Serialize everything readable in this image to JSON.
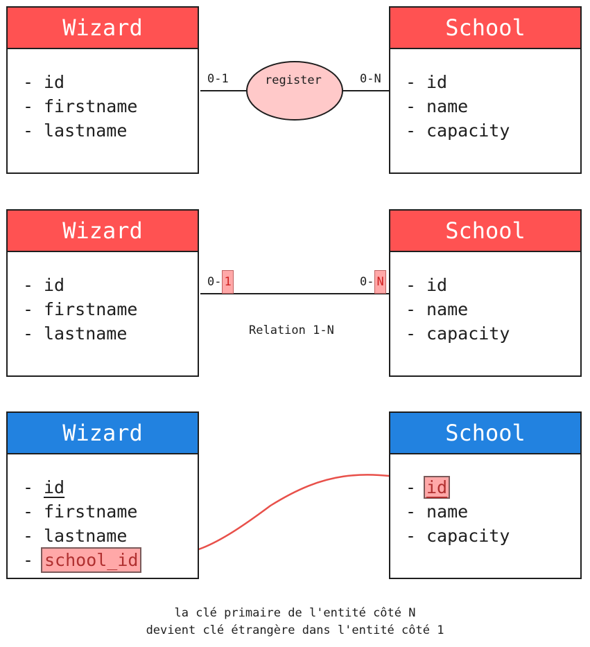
{
  "colors": {
    "red_header": "#ff5252",
    "blue_header": "#2282e0",
    "highlight": "#ffa8a8",
    "arrow": "#e8504a",
    "ellipse": "#ffc9c9"
  },
  "row1": {
    "left": {
      "title": "Wizard",
      "attrs": [
        "id",
        "firstname",
        "lastname"
      ]
    },
    "right": {
      "title": "School",
      "attrs": [
        "id",
        "name",
        "capacity"
      ]
    },
    "card_left": "0-1",
    "card_right": "0-N",
    "association": "register"
  },
  "row2": {
    "left": {
      "title": "Wizard",
      "attrs": [
        "id",
        "firstname",
        "lastname"
      ]
    },
    "right": {
      "title": "School",
      "attrs": [
        "id",
        "name",
        "capacity"
      ]
    },
    "card_left_prefix": "0-",
    "card_left_hl": "1",
    "card_right_prefix": "0-",
    "card_right_hl": "N",
    "relation_label": "Relation 1-N"
  },
  "row3": {
    "left": {
      "title": "Wizard",
      "attrs": [
        "id",
        "firstname",
        "lastname",
        "school_id"
      ]
    },
    "right": {
      "title": "School",
      "attrs": [
        "id",
        "name",
        "capacity"
      ]
    }
  },
  "caption": {
    "line1": "la clé primaire de l'entité côté N",
    "line2": "devient clé étrangère dans l'entité côté 1"
  }
}
